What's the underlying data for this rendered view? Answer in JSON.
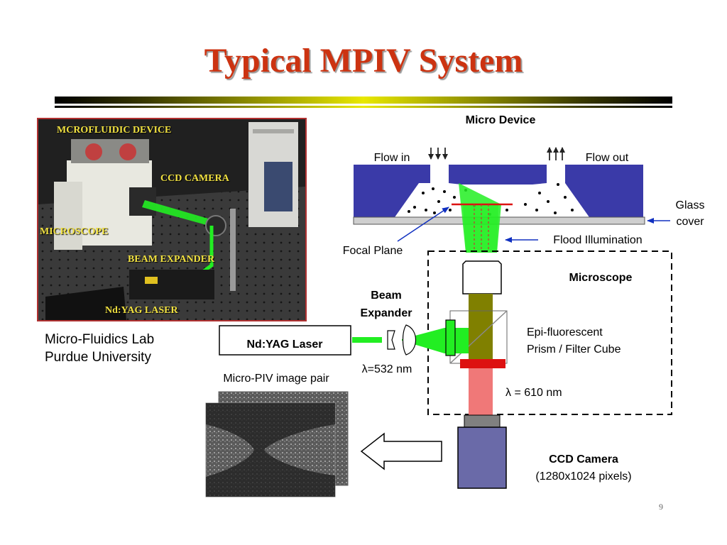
{
  "slide": {
    "title": "Typical MPIV System",
    "page_number": "9"
  },
  "photo": {
    "labels": {
      "microfluidic_device": "MCROFLUIDIC DEVICE",
      "ccd_camera": "CCD CAMERA",
      "microscope": "MICROSCOPE",
      "beam_expander": "BEAM EXPANDER",
      "laser": "Nd:YAG LASER"
    },
    "caption_line1": "Micro-Fluidics Lab",
    "caption_line2": "Purdue University"
  },
  "diagram": {
    "micro_device": "Micro Device",
    "flow_in": "Flow in",
    "flow_out": "Flow out",
    "glass_cover_line1": "Glass",
    "glass_cover_line2": "cover",
    "flood_illumination": "Flood Illumination",
    "focal_plane": "Focal Plane",
    "microscope": "Microscope",
    "beam_expander_line1": "Beam",
    "beam_expander_line2": "Expander",
    "laser": "Nd:YAG Laser",
    "laser_wavelength": "λ=532 nm",
    "cube_line1": "Epi-fluorescent",
    "cube_line2": "Prism / Filter Cube",
    "emission_wavelength": "λ = 610 nm",
    "image_pair": "Micro-PIV image pair",
    "camera_line1": "CCD Camera",
    "camera_line2": "(1280x1024 pixels)"
  },
  "colors": {
    "title": "#cc3311",
    "channel": "#3a3aa8",
    "laser_green": "#22ee22",
    "emission_red": "#ee4444",
    "camera_body": "#6a6aa8",
    "photo_label": "#f0e040"
  }
}
